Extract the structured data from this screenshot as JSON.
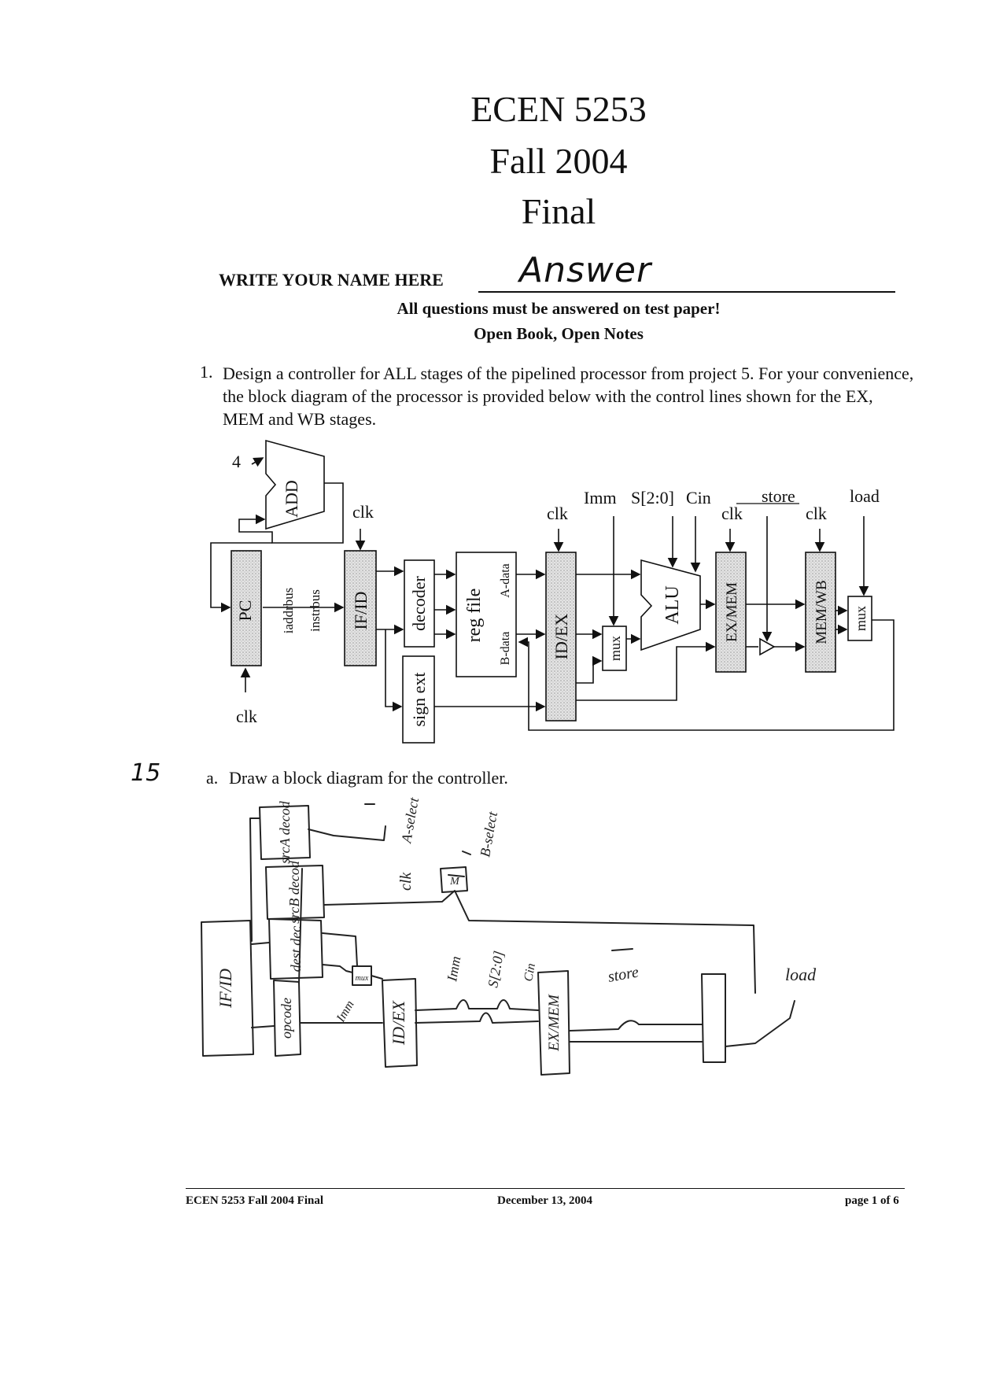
{
  "header": {
    "course": "ECEN 5253",
    "term": "Fall 2004",
    "exam": "Final"
  },
  "name_block": {
    "label": "WRITE YOUR NAME HERE",
    "handwritten_name": "Answer"
  },
  "instructions": [
    "All questions must be answered on test paper!",
    "Open Book, Open Notes"
  ],
  "question1": {
    "number": "1.",
    "text": "Design a controller for ALL stages of the pipelined processor from project 5.  For your convenience, the block diagram of the processor is provided below with the control lines shown for the EX, MEM and WB stages."
  },
  "processor_diagram": {
    "blocks": {
      "add": "ADD",
      "pc": "PC",
      "if_id": "IF/ID",
      "decoder": "decoder",
      "reg_file": "reg file",
      "a_data": "A-data",
      "b_data": "B-data",
      "sign_ext": "sign ext",
      "id_ex": "ID/EX",
      "mux": "mux",
      "alu": "ALU",
      "ex_mem": "EX/MEM",
      "mem_wb": "MEM/WB"
    },
    "labels": {
      "four": "4",
      "clk": "clk",
      "iaddrbus": "iaddrbus",
      "instrbus": "instrbus",
      "imm": "Imm",
      "s": "S[2:0]",
      "cin": "Cin",
      "store": "store",
      "load": "load"
    }
  },
  "part_a": {
    "score": "15",
    "label": "a.",
    "text": "Draw a block diagram for the controller."
  },
  "handwritten_answer": {
    "labels": {
      "src_a_decoder": "srcA decod",
      "src_b_decoder": "srcB decod",
      "dest_decoder": "dest dec",
      "opcode_decoder": "opcode",
      "if_id": "IF/ID",
      "id_ex": "ID/EX",
      "ex_mem": "EX/MEM",
      "mux_small": "M",
      "imm_mux": "mux",
      "imm_left": "Imm",
      "imm": "Imm",
      "s": "S[2:0]",
      "cin": "Cin",
      "a_select": "A-select",
      "b_select": "B-select",
      "clk": "clk",
      "store": "store",
      "load": "load"
    }
  },
  "footer": {
    "left": "ECEN 5253 Fall 2004 Final",
    "center": "December 13, 2004",
    "right": "page 1 of 6"
  }
}
